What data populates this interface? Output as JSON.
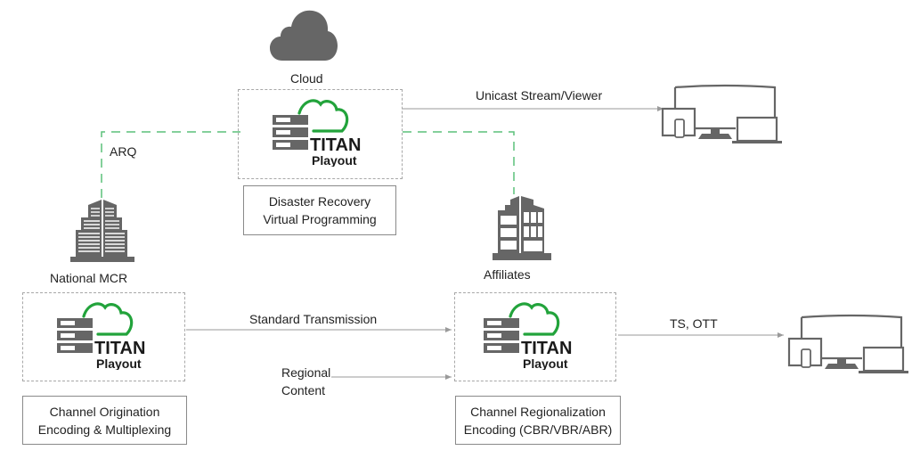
{
  "colors": {
    "accent_green": "#22a33b",
    "icon_gray": "#666666",
    "line_gray": "#a8a8a8",
    "dashed_green": "#5cc07a"
  },
  "cloud": {
    "icon": "cloud-icon",
    "label": "Cloud",
    "logo": {
      "brand": "TITAN",
      "product": "Playout"
    },
    "caption_line1": "Disaster Recovery",
    "caption_line2": "Virtual Programming"
  },
  "national_mcr": {
    "icon": "office-tower-icon",
    "label": "National MCR",
    "logo": {
      "brand": "TITAN",
      "product": "Playout"
    },
    "caption_line1": "Channel Origination",
    "caption_line2": "Encoding & Multiplexing"
  },
  "affiliates": {
    "icon": "office-building-icon",
    "label": "Affiliates",
    "logo": {
      "brand": "TITAN",
      "product": "Playout"
    },
    "caption_line1": "Channel Regionalization",
    "caption_line2": "Encoding (CBR/VBR/ABR)"
  },
  "links": {
    "arq": "ARQ",
    "unicast": "Unicast Stream/Viewer",
    "standard_transmission": "Standard Transmission",
    "regional_content_line1": "Regional",
    "regional_content_line2": "Content",
    "ts_ott": "TS, OTT"
  },
  "devices": {
    "top": "multi-screen-devices-icon",
    "bottom": "multi-screen-devices-icon"
  }
}
